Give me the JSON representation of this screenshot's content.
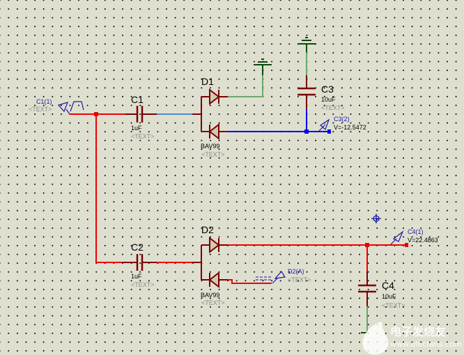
{
  "app": "schematic-capture",
  "colors": {
    "background": "#dfdfd0",
    "wire_red": "#ee0000",
    "wire_blue": "#0000ee",
    "wire_light_blue": "#4f8ad0",
    "wire_green": "#6aa66a",
    "component": "#7a0000",
    "ground": "#0a4a0a",
    "probe": "#1a1aa8",
    "text_placeholder": "#8a8a8a",
    "diode_fill": "#cfcbb0"
  },
  "components": {
    "c1": {
      "ref": "C1",
      "value": "1uF",
      "text": "<TEXT>"
    },
    "c2": {
      "ref": "C2",
      "value": "1uF",
      "text": "<TEXT>"
    },
    "c3": {
      "ref": "C3",
      "value": "10uF",
      "text": "<TEXT>"
    },
    "c4": {
      "ref": "C4",
      "value": "10uF",
      "text": "<TEXT>"
    },
    "d1": {
      "ref": "D1",
      "value": "BAV99",
      "text": "<TEXT>"
    },
    "d2": {
      "ref": "D2",
      "value": "BAV99",
      "text": "<TEXT>"
    }
  },
  "probes": {
    "generator": {
      "label": "C1(1)",
      "text": "<TEXT>"
    },
    "c3_probe": {
      "label": "C3(2)",
      "reading": "V=-12.5472"
    },
    "c4_probe": {
      "label": "C4(1)",
      "reading": "V=22.4863"
    },
    "d2_probe": {
      "label": "D2(A)",
      "text": "<TEXT>"
    }
  },
  "watermark": {
    "brand": "电子发烧友",
    "url": "www.elecfans.com"
  }
}
